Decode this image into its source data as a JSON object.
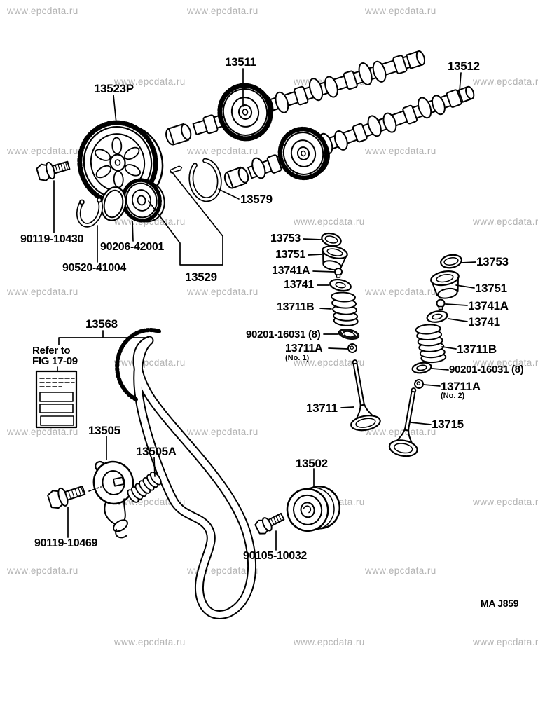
{
  "watermark": {
    "text": "www.epcdata.ru"
  },
  "figure": {
    "code": "MA J859",
    "note_line1": "Refer to",
    "note_line2": "FIG 17-09"
  },
  "parts": {
    "camshaft_timing_gear": "13511",
    "camshaft_no2": "13512",
    "camshaft_timing_pulley": "13523P",
    "pulley_bolt": "90119-10430",
    "camshaft_oring": "90206-42001",
    "camshaft_snap_ring": "90520-41004",
    "camshaft_sub_gear": "13529",
    "gear_snap_ring": "13579",
    "timing_belt": "13568",
    "belt_idler_no1": "13505",
    "idler_spring": "13505A",
    "idler_bolt": "90119-10469",
    "belt_idler_no2": "13502",
    "idler_no2_bolt": "90105-10032",
    "intake": {
      "cap": "13753",
      "retainer": "13751",
      "retainer_seat": "13741A",
      "spring_seat": "13741",
      "spring": "13711B",
      "stem_seal": "90201-16031 (8)",
      "keeper": "13711A",
      "keeper_note": "(No. 1)",
      "valve": "13711"
    },
    "exhaust": {
      "cap": "13753",
      "retainer": "13751",
      "retainer_seat": "13741A",
      "spring_seat": "13741",
      "spring": "13711B",
      "stem_seal": "90201-16031 (8)",
      "keeper": "13711A",
      "keeper_note": "(No. 2)",
      "valve": "13715"
    }
  }
}
